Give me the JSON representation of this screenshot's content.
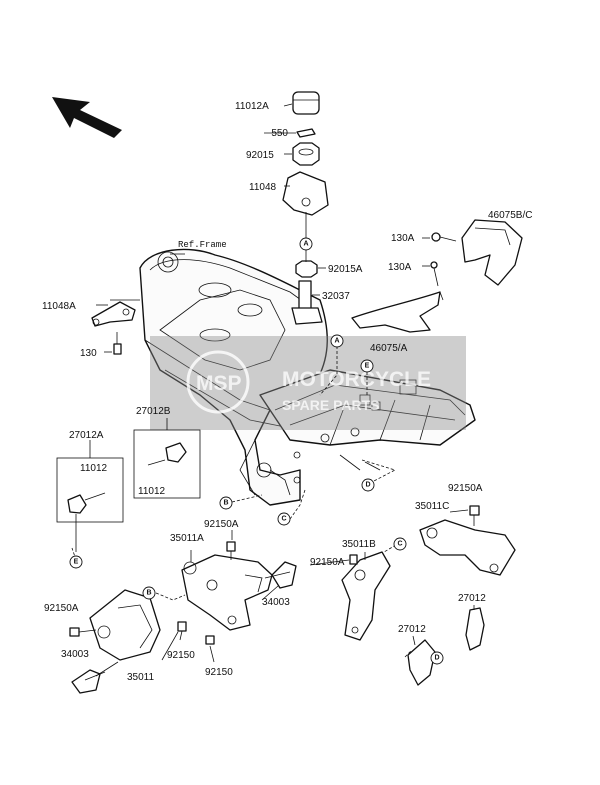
{
  "ref_frame_label": "Ref.Frame",
  "watermark": {
    "logo_text": "MSP",
    "text": "MOTORCYCLE",
    "text2": "SPARE PARTS"
  },
  "parts": {
    "p11012A": "11012A",
    "p550": "550",
    "p92015": "92015",
    "p11048": "11048",
    "p92015A": "92015A",
    "p32037": "32037",
    "p130A_1": "130A",
    "p130A_2": "130A",
    "p46075BC": "46075B/C",
    "p46075A": "46075/A",
    "p11048A": "11048A",
    "p130": "130",
    "p27012B": "27012B",
    "p27012A": "27012A",
    "p11012_a": "11012",
    "p11012_b": "11012",
    "p92150A_1": "92150A",
    "p35011A": "35011A",
    "p34003_1": "34003",
    "p92150A_2": "92150A",
    "p34003_2": "34003",
    "p92150_1": "92150",
    "p92150_2": "92150",
    "p35011": "35011",
    "p35011B": "35011B",
    "p92150A_3": "92150A",
    "p92150A_4": "92150A",
    "p35011C": "35011C",
    "p27012_1": "27012",
    "p27012_2": "27012"
  },
  "refs": {
    "A": "A",
    "B": "B",
    "C": "C",
    "D": "D",
    "E": "E"
  }
}
